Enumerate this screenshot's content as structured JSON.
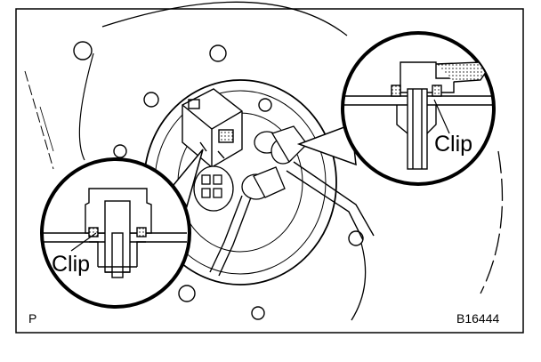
{
  "labels": {
    "clip_right": "Clip",
    "clip_left": "Clip",
    "view_code": "P",
    "figure_id": "B16444"
  },
  "colors": {
    "line": "#000000",
    "background": "#ffffff"
  }
}
